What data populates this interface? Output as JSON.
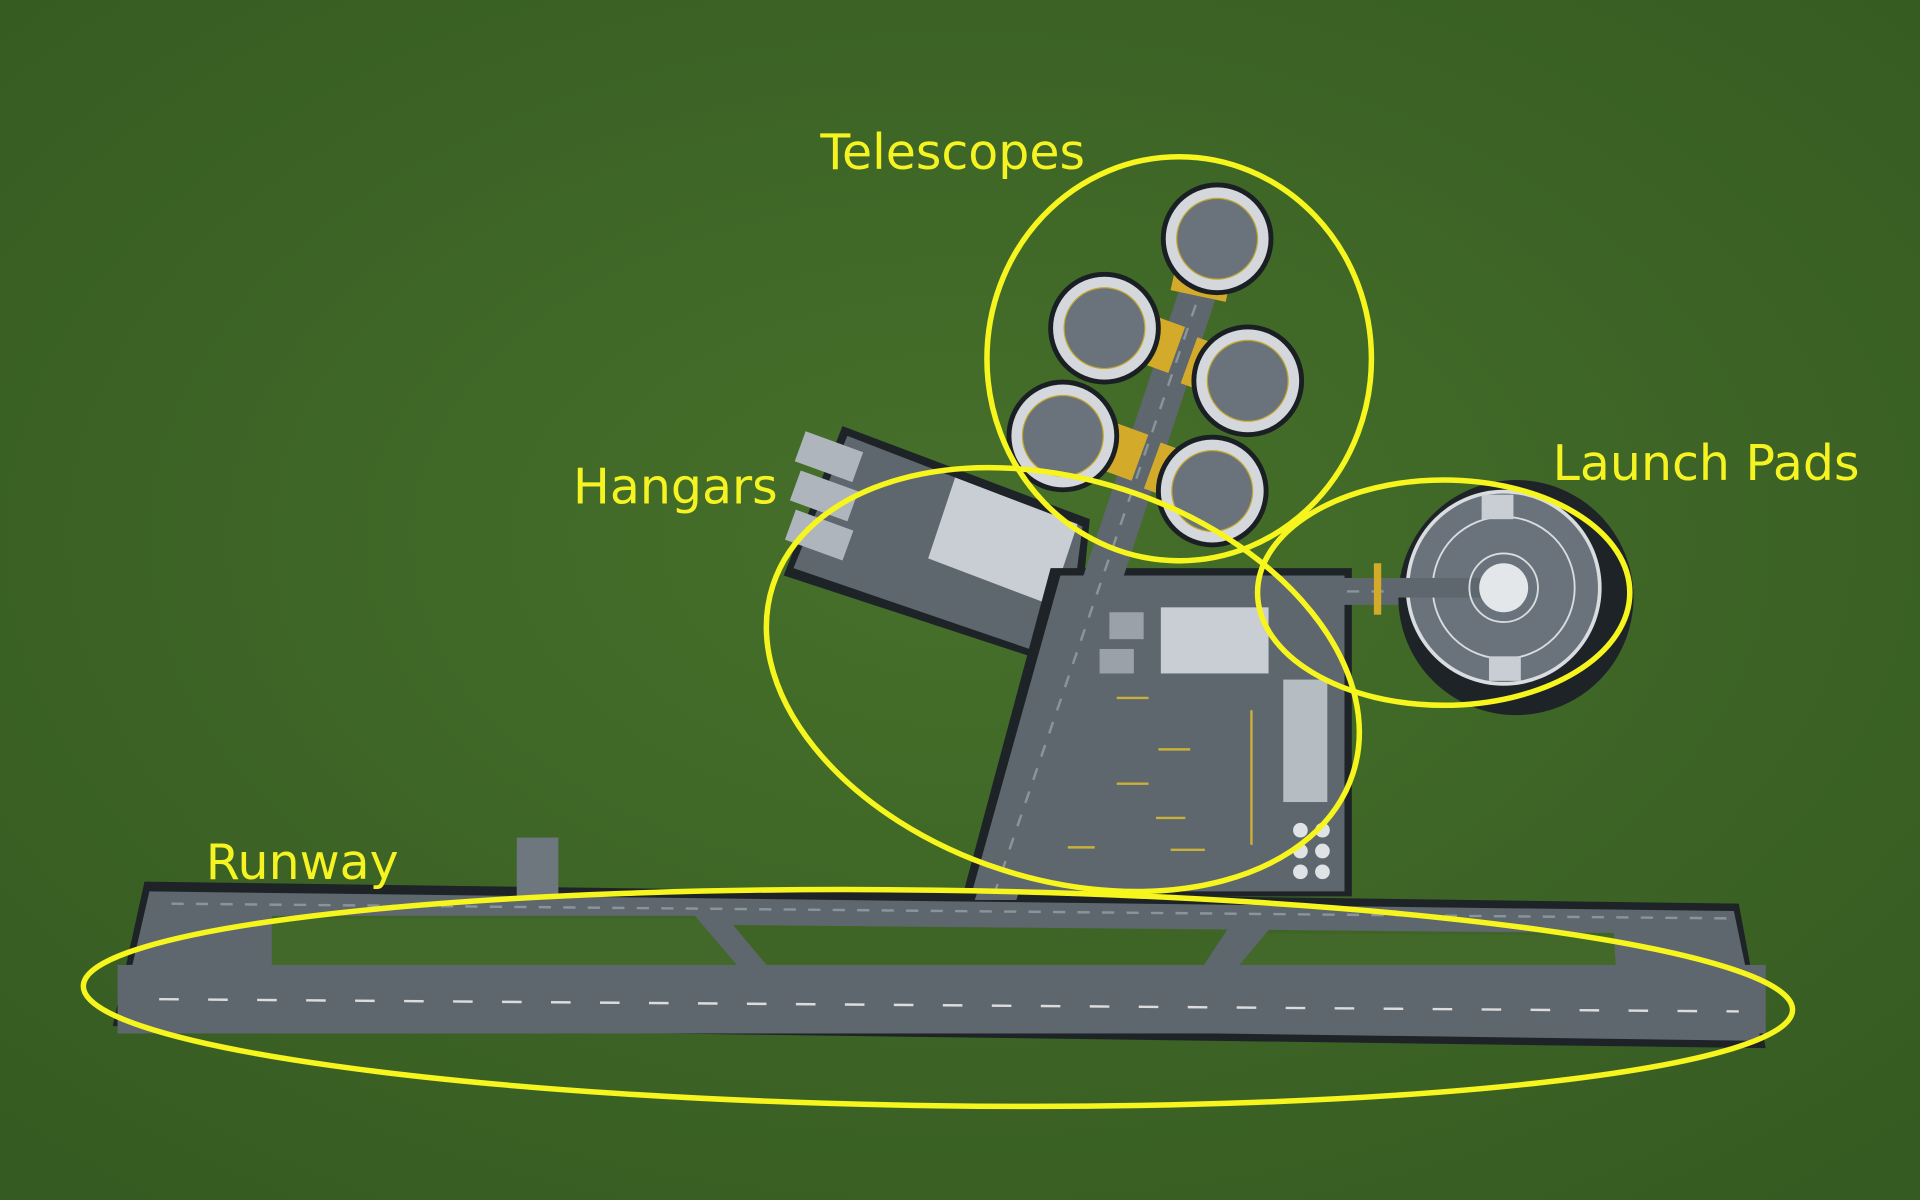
{
  "labels": {
    "telescopes": "Telescopes",
    "hangars": "Hangars",
    "launch_pads": "Launch Pads",
    "runway": "Runway"
  },
  "colors": {
    "grass": "#3d6326",
    "annotation": "#f7f51e",
    "pavement": "#5e666e",
    "bridge": "#d3aa2a"
  }
}
